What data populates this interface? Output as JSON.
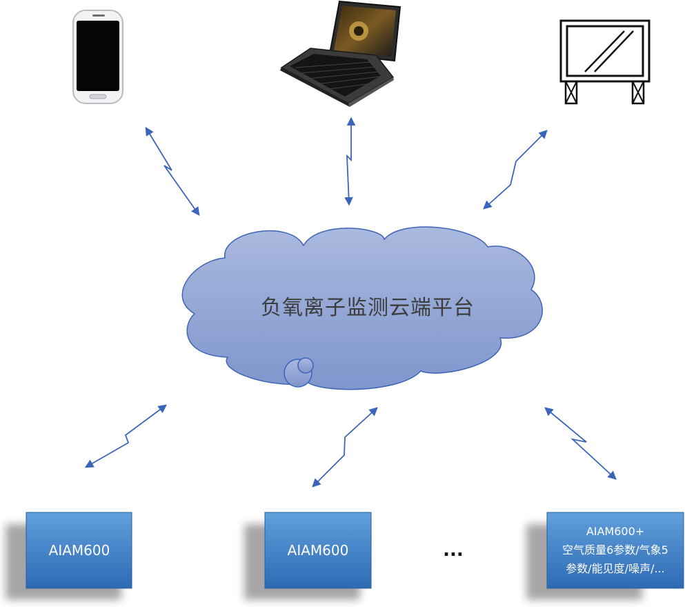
{
  "cloud": {
    "label": "负氧离子监测云端平台"
  },
  "devices": {
    "phone": {
      "icon": "smartphone-icon"
    },
    "laptop": {
      "icon": "tablet-laptop-icon"
    },
    "screen": {
      "icon": "display-screen-icon"
    }
  },
  "stations": [
    {
      "lines": [
        "AIAM600"
      ]
    },
    {
      "lines": [
        "AIAM600"
      ]
    },
    {
      "lines": [
        "AIAM600+",
        "空气质量6参数/气象5",
        "参数/能见度/噪声/..."
      ]
    }
  ],
  "ellipsis": "...",
  "colors": {
    "cloud_fill_top": "#a9b9de",
    "cloud_fill_bottom": "#8098cf",
    "cloud_stroke": "#3d63b6",
    "box_fill_top": "#5d9ad9",
    "box_fill_bottom": "#2f6db6",
    "link": "#3a65ba"
  }
}
